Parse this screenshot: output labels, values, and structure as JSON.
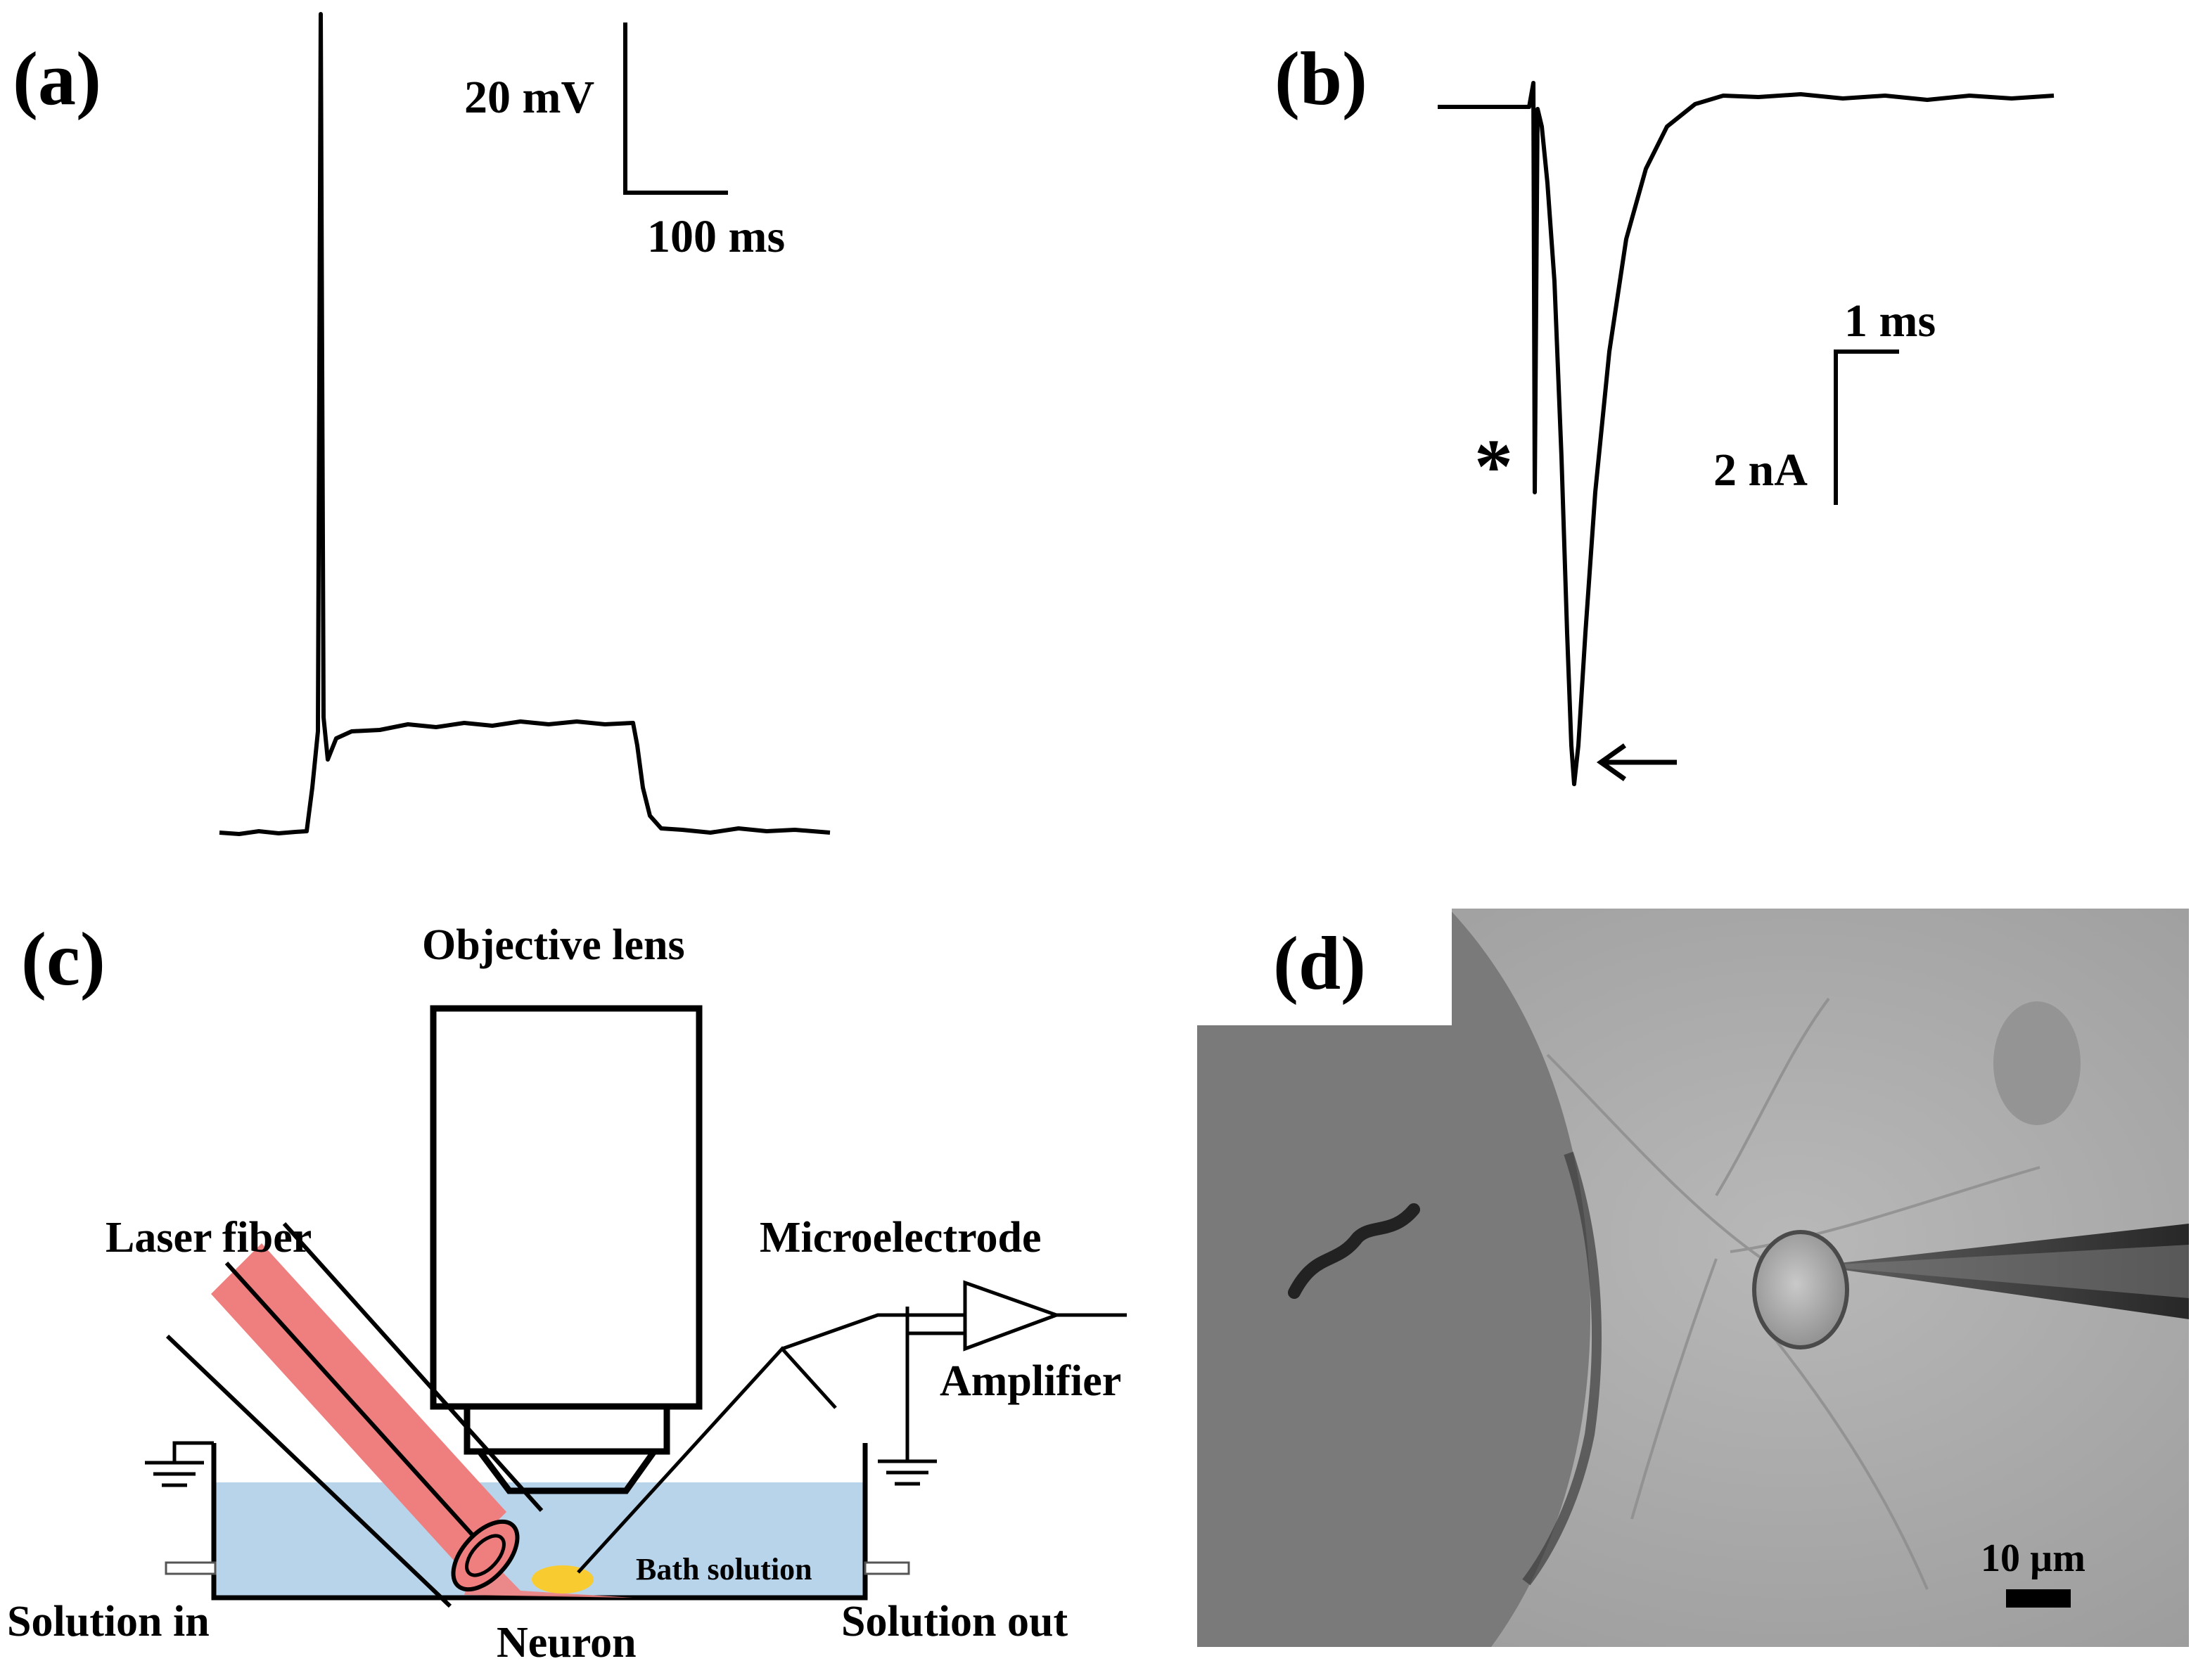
{
  "panel_a": {
    "label": "(a)",
    "scale_v": "20 mV",
    "scale_t": "100 ms"
  },
  "panel_b": {
    "label": "(b)",
    "scale_t": "1 ms",
    "scale_i": "2 nA",
    "artifact_marker": "*",
    "peak_arrow": "←"
  },
  "panel_c": {
    "label": "(c)",
    "objective_lens": "Objective lens",
    "laser_fiber": "Laser fiber",
    "microelectrode": "Microelectrode",
    "amplifier": "Amplifier",
    "bath_solution": "Bath solution",
    "solution_in": "Solution in",
    "solution_out": "Solution out",
    "neuron": "Neuron"
  },
  "panel_d": {
    "label": "(d)",
    "scale_bar": "10 µm"
  },
  "colors": {
    "bath": "#b8d4ea",
    "laser": "#ef7f7f",
    "neuron": "#f8cc30",
    "micrograph_bg": "#a9a9a9"
  }
}
